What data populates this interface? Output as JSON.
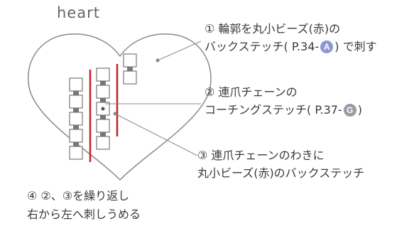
{
  "title": "heart",
  "colors": {
    "outline": "#8a8a8a",
    "red_line": "#c8202a",
    "badge_a": "#8c98cf",
    "badge_g": "#9a9aa8",
    "text": "#3a3a3a"
  },
  "callouts": [
    {
      "line1": "① 輪郭を丸小ビーズ(赤)の",
      "line2_pre": "バックステッチ( P.34-",
      "badge": "A",
      "line2_post": ") で刺す"
    },
    {
      "line1": "② 連爪チェーンの",
      "line2_pre": "コーチングステッチ( P.37-",
      "badge": "G",
      "line2_post": ")"
    },
    {
      "line1": "③ 連爪チェーンのわきに",
      "line2": "丸小ビーズ(赤)のバックステッチ"
    }
  ],
  "step4": {
    "line1": "④ ②、③を繰り返し",
    "line2": "右から左へ刺しうめる"
  }
}
